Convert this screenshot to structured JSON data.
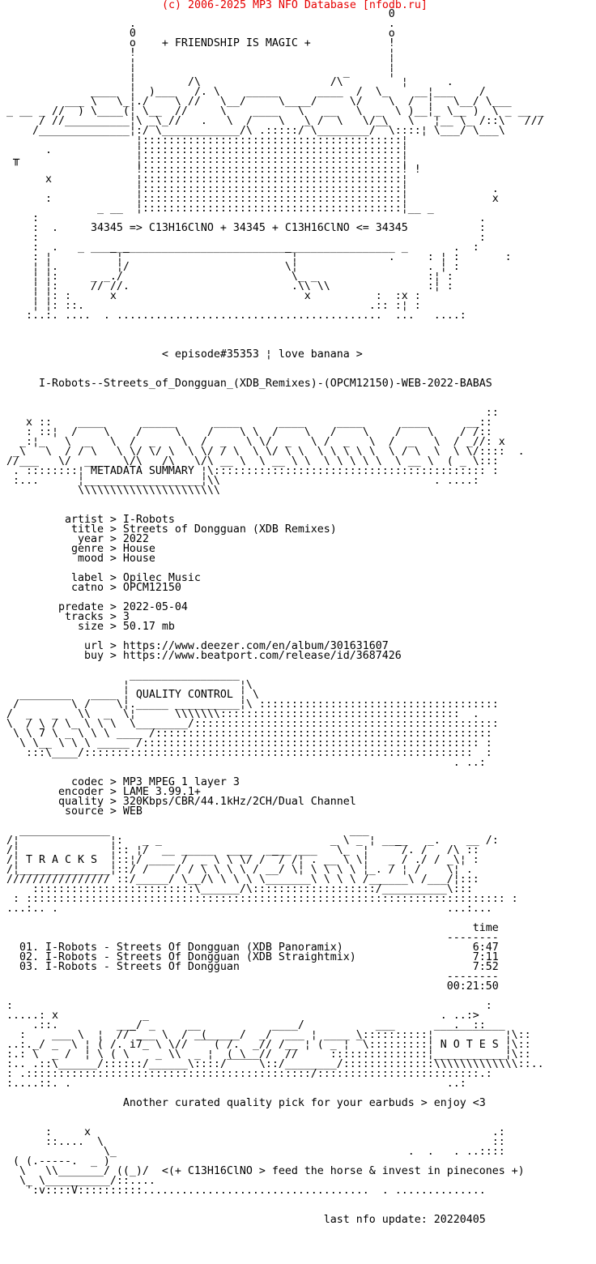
{
  "page": {
    "copyright": "(c) 2006-2025 MP3 NFO Database [nfodb.ru]",
    "accent_color": "#e60000",
    "text_color": "#000000",
    "background_color": "#ffffff"
  },
  "banners": {
    "friendship": "+ FRIENDSHIP IS MAGIC +",
    "formula": "34345 => C13H16ClNO + 34345 + C13H16ClNO <= 34345",
    "episode": "< episode#35353 ¦ love banana >",
    "release_name": "I-Robots--Streets_of_Dongguan_(XDB_Remixes)-(OPCM12150)-WEB-2022-BABAS",
    "metadata_title": "METADATA SUMMARY",
    "quality_title": "QUALITY CONTROL",
    "tracks_title": "T R A C K S",
    "notes_title": "N O T E S",
    "horse_line": "<(+ C13H16ClNO > feed the horse & invest in pinecones +)",
    "last_update": "last nfo update: 20220405"
  },
  "metadata_summary": {
    "fields": [
      {
        "label": "artist",
        "value": "I-Robots"
      },
      {
        "label": "title",
        "value": "Streets of Dongguan (XDB Remixes)"
      },
      {
        "label": "year",
        "value": "2022"
      },
      {
        "label": "genre",
        "value": "House"
      },
      {
        "label": "mood",
        "value": "House"
      },
      {
        "label": "label",
        "value": "Opilec Music"
      },
      {
        "label": "catno",
        "value": "OPCM12150"
      },
      {
        "label": "predate",
        "value": "2022-05-04"
      },
      {
        "label": "tracks",
        "value": "3"
      },
      {
        "label": "size",
        "value": "50.17 mb"
      },
      {
        "label": "url",
        "value": "https://www.deezer.com/en/album/301631607"
      },
      {
        "label": "buy",
        "value": "https://www.beatport.com/release/id/3687426"
      }
    ]
  },
  "quality_control": {
    "fields": [
      {
        "label": "codec",
        "value": "MP3 MPEG 1 layer 3"
      },
      {
        "label": "encoder",
        "value": "LAME 3.99.1+"
      },
      {
        "label": "quality",
        "value": "320Kbps/CBR/44.1kHz/2CH/Dual Channel"
      },
      {
        "label": "source",
        "value": "WEB"
      }
    ]
  },
  "tracks_section": {
    "time_header": "time",
    "rows": [
      {
        "no": "01.",
        "title": "I-Robots - Streets Of Dongguan (XDB Panoramix)",
        "time": "6:47"
      },
      {
        "no": "02.",
        "title": "I-Robots - Streets Of Dongguan (XDB Straightmix)",
        "time": "7:11"
      },
      {
        "no": "03.",
        "title": "I-Robots - Streets Of Dongguan",
        "time": "7:52"
      }
    ],
    "total_time": "00:21:50"
  },
  "notes_section": {
    "text": "Another curated quality pick for your earbuds > enjoy <3"
  },
  "nfo": {
    "lines": [
      "",
      "                                                            0",
      "                    .                                       .",
      "                    0                                       o",
      "                    o    + FRIENDSHIP IS MAGIC +            !",
      "                    !                                       ¦",
      "                    ¦                                       ¦",
      "                    ¦                                       ¦",
      "                    ¦        /\\                    /\\‾        ¦      .",
      "              ____  ¦  )___   /. \\    _____      ____  /  \\_    __¦___    /",
      "          ___ \\   \\_¦./    \\ //   \\__/     \\____/     \\/    \\  /  ¦   \\__/ \\___",
      " _ __ _ //  ) \\____(¦ \\__  //     \\    ____   \\   __   \\  _  \\ )__¦_ \\__ )  \\ _ __ _",
      "      / //__________¦\\  \\_//   .   \\  /    \\   \\ /  \\   \\/ \\   \\   ¦__ \\  /::\\   ///",
      "     /______________¦:/‾\\____________/\\ .:::::/‾\\________/‾‾\\::::¦ \\___/‾\\___\\",
      "                     ¦::::::::::::::::::::::::::::::::::::::::¦",
      "       .             ¦::::::::::::::::::::::::::::::::::::::::¦",
      "  ╥                  ¦::::::::::::::::::::::::::::::::::::::::¦",
      "                     !::::::::::::::::::::::::::::::::::::::::! !",
      "       x             ¦::::::::::::::::::::::::::::::::::::::::¦",
      "                     ¦::::::::::::::::::::::::::::::::::::::::¦             .",
      "       :             ¦::::::::::::::::::::::::::::::::::::::::¦             x",
      "               _ __  ¦::::::::::::::::::::::::::::::::::::::::¦__ _",
      "     :                                                                    .",
      "     :  .     34345 => C13H16ClNO + 34345 + C13H16ClNO <= 34345           :",
      "     :                                                                    :",
      "     :  .   _ _______________________________________________ _       .  :",
      "     : ¦         ‾¦‾                        ‾¦              .     : ¦ :       :",
      "     ¦ ¦.         ¦/                        \\¦                    . ¦ :",
      "     ¦ ¦:     _ _./                          \\_ _                 :¦ :",
      "     ¦ ¦:     // //.                         .\\\\ \\\\               :¦ :",
      "     ¦ ¦: :      x                             x          :  :x :",
      "     ¦ ¦: ::.                                            .:: :¦ :",
      "    :..:. ....  . .........................................  ...   ....:",
      "",
      "",
      "",
      "                         < episode#35353 ¦ love banana >",
      "",
      "",
      "      I-Robots--Streets_of_Dongguan_(XDB_Remixes)-(OPCM12150)-WEB-2022-BABAS",
      "",
      "",
      "                                                                           ::",
      "    x ::    ____      _____      ____      ____     ____      ____      __::",
      "    : ::¦  /    \\    /     \\    /    \\ \\  /    \\   /    \\    /    \\    / /::",
      "   _:¦_   \\  _   \\  /  _    \\  /  _   \\ \\/  _   \\ /  _   \\  /  _   \\  / _//: x",
      "  _\\   \\  / / \\   \\ \\/ \\/ \\  \\ \\/ / \\  \\ \\/ \\ \\  \\ \\ \\ \\ \\  \\ / \\  \\  \\ \\/::::  .",
      " //___   \\/  ___   \\/\\   /\\   \\/\\ __ \\  \\ __ \\ \\  \\ \\ \\ \\ \\  \\ __ \\  ( _ \\:::",
      "  . ::::::::¦ METADATA SUMMARY ¦\\:::::::::::::::::::::::::::::::::::::::::: :",
      "  :...      ¦__________________¦\\\\                                 . ....:",
      "            \\\\\\\\\\\\\\\\\\\\\\\\\\\\\\\\\\\\\\\\\\\\",
      "",
      "",
      "          artist > I-Robots",
      "           title > Streets of Dongguan (XDB Remixes)",
      "            year > 2022",
      "           genre > House",
      "            mood > House",
      "",
      "           label > Opilec Music",
      "           catno > OPCM12150",
      "",
      "         predate > 2022-05-04",
      "          tracks > 3",
      "            size > 50.17 mb",
      "",
      "             url > https://www.deezer.com/en/album/301631607",
      "             buy > https://www.beatport.com/release/id/3687426",
      "",
      "",
      "                   ¦‾‾‾‾‾‾‾‾‾‾‾‾‾‾‾‾‾¦\\",
      "   ________   ____ ¦ QUALITY CONTROL ¦ \\",
      "  /        \\ /    \\¦._____ __________¦\\ :::::::::::::::::::::::::::::::::::::",
      " /  _   _   \\\\  _  \\¦      \\\\\\\\\\\\\\:::::::::::::::::::::::::::::::::::::  .",
      " \\  / \\ / \\_ \\ \\ \\  \\________/:::::::::::::::::::::::::::::::::::::::::::::::",
      "  \\ \\ 7 \\ _ \\ \\ \\ ____ /::::::::::::::::::::::::::::::::::::::::::::::::::::",
      "   \\ \\__ \\ \\ \\ _____ /:::::::::::::::::::::::::::::::::::::::::::::::::::: :",
      "    :::\\____/::::::::::::::::::::::::::::::::::::::::::::::::::::::::::::  :",
      "                                                                      . ..:",
      "",
      "           codec > MP3 MPEG 1 layer 3",
      "         encoder > LAME 3.99.1+",
      "         quality > 320Kbps/CBR/44.1kHz/2CH/Dual Channel",
      "          source > WEB",
      "",
      "",
      " /¦‾‾‾‾‾‾‾‾‾‾‾‾‾‾¦:   _                              \\‾‾‾¦ ____    .    __ /:",
      " /¦              ¦:: ¦/ ‾__ _____  ____  ____ ___  ‾\\_ ‾¦    ‾/. /‾  /\\ ::",
      " /¦ T R A C K S  ¦::¦/ ____ /  _ \\ \\ \\/ / ‾/ /¦ . __ \\ \\¦   _ / ./ / _\\¦ :",
      " /¦______________¦::/ /    / / \\ \\ \\ \\ / __/ \\¦ \\ \\ \\ \\ ¦_. / ¦ /    \\¦ .",
      " //////////////// ::/_____/ \\__/\\ \\ \\ \\ \\_______\\ \\ \\ \\ /______\\ /___/¦:::",
      "     :::::::::::::::::::::::::\\______/\\:::::::::::::::::::/__________\\:::",
      "  : :::::::::::::::::::::::::::::::::::::::::::::::::::::::::::::::::::::::::: :",
      " ...:.. .                                                            ...:...",
      "",
      "                                                                         time",
      "                                                                     --------",
      "   01. I-Robots - Streets Of Dongguan (XDB Panoramix)                    6:47",
      "   02. I-Robots - Streets Of Dongguan (XDB Straightmix)                  7:11",
      "   03. I-Robots - Streets Of Dongguan                                    7:52",
      "                                                                     --------",
      "                                                                     00:21:50",
      "",
      " :                                                                         :",
      " .....: x                                                           . ..:>",
      "     .::.         ___/‾_                   ___/           ___         .  ::",
      "   :    ___ \\  ¦  //‾___ \\  /‾‾( ____/  _/‾ ___ ¦ ____ \\::::::::::¦‾‾‾‾‾‾‾‾‾‾‾¦\\::",
      " ..:._/ _  \\ ¦ ( /. i7  \\ \\// ‾‾‾( /.  _// /__ ¦ ( _ ¦ ‾\\:::::::::¦ N O T E S ¦\\::",
      " :.: \\  _ /  ¦ \\ ( \\  ‾ _ \\\\  _ ¦  ( \\  //  //     :::::::::::::::¦___________¦\\::",
      " :.. .::\\______/::::::/______\\::::/‾‾‾‾‾\\::/________/::::::::::::::\\\\\\\\\\\\\\\\\\\\\\\\\\::..",
      " : .::::::::::::::::::::::::::::::::::::::::::::/:::::::::::::::::::::::::.:",
      " :....::. .                                                          ..:",
      "",
      "                   Another curated quality pick for your earbuds > enjoy <3",
      "",
      "",
      "       :     x                                                              .:",
      "       ::....  \\                                                            ::",
      "                \\_                                             .  .   . ..::::",
      "  ( (.-----.  _ )",
      "   \\   \\\\_______/ ((_)/  <(+ C13H16ClNO > feed the horse & invest in pinecones +)",
      "   \\_ \\__________/::....",
      "    ':v::::V::::::::::...................................  . ..............",
      "",
      "",
      "                                                  last nfo update: 20220405",
      ""
    ]
  }
}
